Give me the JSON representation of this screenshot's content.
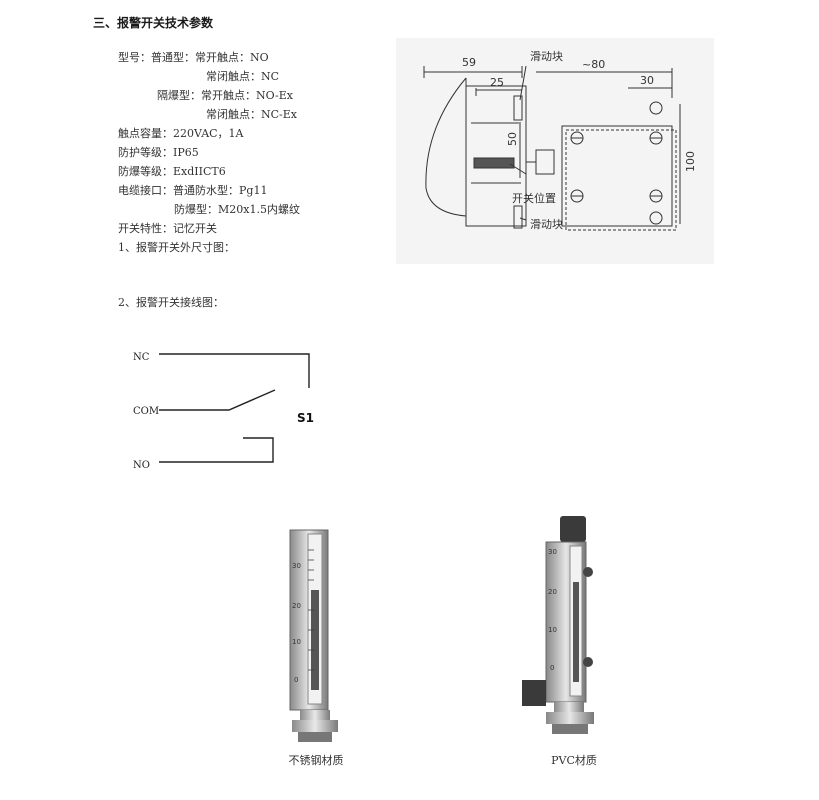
{
  "section_title": "三、报警开关技术参数",
  "specs": {
    "model_label": "型号：普通型：常开触点：NO",
    "model_nc": "常闭触点：NC",
    "model_ex_no": "隔爆型：常开触点：NO-Ex",
    "model_ex_nc": "常闭触点：NC-Ex",
    "contact_capacity": "触点容量：220VAC，1A",
    "protection_grade": "防护等级：IP65",
    "explosion_grade": "防爆等级：ExdIICT6",
    "cable_interface": "电缆接口：普通防水型：Pg11",
    "cable_ex": "防爆型：M20x1.5内螺纹",
    "switch_feature": "开关特性：记忆开关"
  },
  "subsections": {
    "dimension_title": "1、报警开关外尺寸图：",
    "wiring_title": "2、报警开关接线图："
  },
  "dimension_diagram": {
    "dim_59": "59",
    "dim_25": "25",
    "dim_80": "~80",
    "dim_30": "30",
    "dim_50": "50",
    "dim_100": "100",
    "label_slider_top": "滑动块",
    "label_switch_pos": "开关位置",
    "label_slider_bottom": "滑动块"
  },
  "wiring_diagram": {
    "nc_label": "NC",
    "com_label": "COM",
    "no_label": "NO",
    "switch_label": "S1"
  },
  "products": {
    "steel_caption": "不锈钢材质",
    "pvc_caption": "PVC材质",
    "scale_ticks": [
      "30",
      "20",
      "10",
      "0"
    ]
  }
}
